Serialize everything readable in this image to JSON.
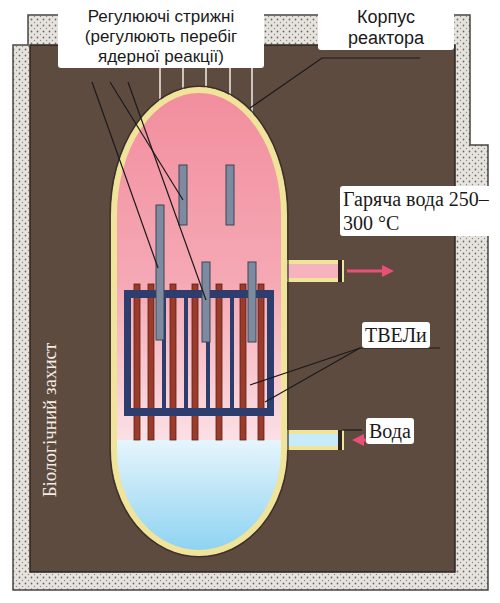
{
  "diagram": {
    "labels": [
      "Регулюючі стрижні (регулюють перебіг ядерної реакції)",
      "Корпус реактора",
      "Гаряча вода 250–300 °C",
      "ТВЕЛи",
      "Вода",
      "Біологічний захист"
    ]
  }
}
